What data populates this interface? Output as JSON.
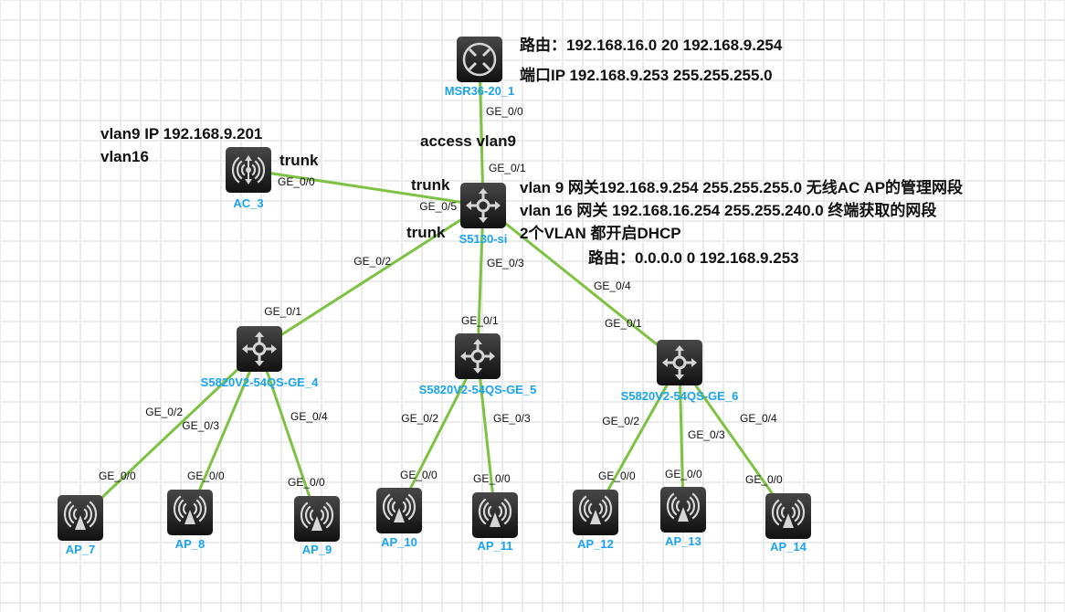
{
  "colors": {
    "link": "#7dc242",
    "device_label": "#1aa3f0",
    "grid": "#ebebeb",
    "device_body": "#2a2a2a"
  },
  "devices": [
    {
      "id": "msr",
      "name": "MSR36-20_1",
      "icon": "router-icon"
    },
    {
      "id": "ac",
      "name": "AC_3",
      "icon": "wireless-controller-icon"
    },
    {
      "id": "core",
      "name": "S5130-si",
      "icon": "l3-switch-icon"
    },
    {
      "id": "sw4",
      "name": "S5820V2-54QS-GE_4",
      "icon": "l3-switch-icon"
    },
    {
      "id": "sw5",
      "name": "S5820V2-54QS-GE_5",
      "icon": "l3-switch-icon"
    },
    {
      "id": "sw6",
      "name": "S5820V2-54QS-GE_6",
      "icon": "l3-switch-icon"
    },
    {
      "id": "ap7",
      "name": "AP_7",
      "icon": "access-point-icon"
    },
    {
      "id": "ap8",
      "name": "AP_8",
      "icon": "access-point-icon"
    },
    {
      "id": "ap9",
      "name": "AP_9",
      "icon": "access-point-icon"
    },
    {
      "id": "ap10",
      "name": "AP_10",
      "icon": "access-point-icon"
    },
    {
      "id": "ap11",
      "name": "AP_11",
      "icon": "access-point-icon"
    },
    {
      "id": "ap12",
      "name": "AP_12",
      "icon": "access-point-icon"
    },
    {
      "id": "ap13",
      "name": "AP_13",
      "icon": "access-point-icon"
    },
    {
      "id": "ap14",
      "name": "AP_14",
      "icon": "access-point-icon"
    }
  ],
  "links": [
    {
      "a": "msr",
      "a_port": "GE_0/0",
      "b": "core",
      "b_port": "GE_0/1"
    },
    {
      "a": "ac",
      "a_port": "GE_0/0",
      "b": "core",
      "b_port": "GE_0/5"
    },
    {
      "a": "core",
      "a_port": "GE_0/2",
      "b": "sw4",
      "b_port": "GE_0/1"
    },
    {
      "a": "core",
      "a_port": "GE_0/3",
      "b": "sw5",
      "b_port": "GE_0/1"
    },
    {
      "a": "core",
      "a_port": "GE_0/4",
      "b": "sw6",
      "b_port": "GE_0/1"
    },
    {
      "a": "sw4",
      "a_port": "GE_0/2",
      "b": "ap7",
      "b_port": "GE_0/0"
    },
    {
      "a": "sw4",
      "a_port": "GE_0/3",
      "b": "ap8",
      "b_port": "GE_0/0"
    },
    {
      "a": "sw4",
      "a_port": "GE_0/4",
      "b": "ap9",
      "b_port": "GE_0/0"
    },
    {
      "a": "sw5",
      "a_port": "GE_0/2",
      "b": "ap10",
      "b_port": "GE_0/0"
    },
    {
      "a": "sw5",
      "a_port": "GE_0/3",
      "b": "ap11",
      "b_port": "GE_0/0"
    },
    {
      "a": "sw6",
      "a_port": "GE_0/2",
      "b": "ap12",
      "b_port": "GE_0/0"
    },
    {
      "a": "sw6",
      "a_port": "GE_0/3",
      "b": "ap13",
      "b_port": "GE_0/0"
    },
    {
      "a": "sw6",
      "a_port": "GE_0/4",
      "b": "ap14",
      "b_port": "GE_0/0"
    }
  ],
  "notes": {
    "msr_route": "路由：192.168.16.0 20 192.168.9.254",
    "msr_port_ip": "端口IP 192.168.9.253 255.255.255.0",
    "ac_vlan9_ip": "vlan9 IP 192.168.9.201",
    "ac_vlan16": "vlan16",
    "ac_link_mode": "trunk",
    "msr_link_mode": "access vlan9",
    "core_ac_link_mode": "trunk",
    "core_sw4_link_mode": "trunk",
    "core_vlan9_gw": "vlan 9 网关192.168.9.254 255.255.255.0 无线AC AP的管理网段",
    "core_vlan16_gw": "vlan 16 网关 192.168.16.254 255.255.240.0 终端获取的网段",
    "core_dhcp": "2个VLAN 都开启DHCP",
    "core_route": "路由：0.0.0.0 0 192.168.9.253"
  }
}
